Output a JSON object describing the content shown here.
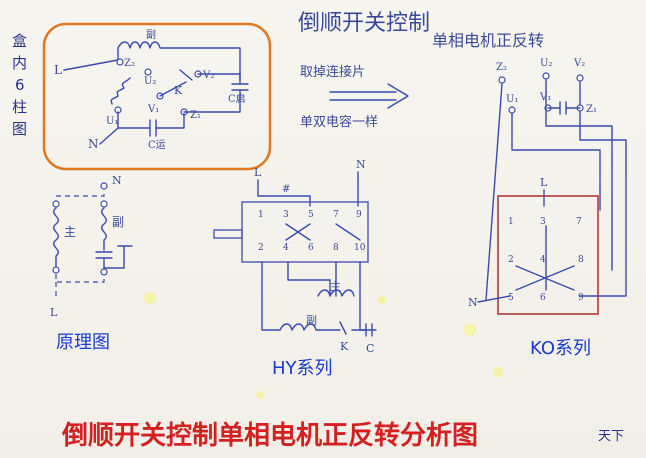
{
  "titles": {
    "main_handwritten": "倒顺开关控制",
    "sub_handwritten": "单相电机正反转",
    "bottom_banner": "倒顺开关控制单相电机正反转分析图",
    "watermark": "天下"
  },
  "side_label": {
    "line1": "盒",
    "line2": "内",
    "line3": "6",
    "line4": "柱",
    "line5": "图"
  },
  "top_left_box": {
    "labels": {
      "L": "L",
      "N": "N",
      "Z2": "Z₂",
      "U2": "U₂",
      "U1": "U₁",
      "V1": "V₁",
      "V2": "V₂",
      "K": "K",
      "Z1": "Z₁",
      "fu": "副",
      "C_start": "C启",
      "C_run": "C运"
    }
  },
  "middle_notes": {
    "note1": "取掉连接片",
    "note2": "单双电容一样"
  },
  "principle": {
    "caption": "原理图",
    "labels": {
      "N": "N",
      "L": "L",
      "main": "主",
      "aux": "副"
    }
  },
  "hy": {
    "caption": "HY系列",
    "labels": {
      "L": "L",
      "N": "N",
      "t1": "1",
      "t3": "3",
      "t5": "5",
      "t7": "7",
      "t9": "9",
      "t2": "2",
      "t4": "4",
      "t6": "6",
      "t8": "8",
      "t10": "10",
      "main": "主",
      "aux": "副",
      "K": "K",
      "C": "C"
    }
  },
  "ko": {
    "caption": "KO系列",
    "labels": {
      "Z2": "Z₂",
      "U2": "U₂",
      "V2": "V₂",
      "U1": "U₁",
      "V1": "V₁",
      "Z1": "Z₁",
      "L": "L",
      "N": "N",
      "t1": "1",
      "t3": "3",
      "t7": "7",
      "t2": "2",
      "t4": "4",
      "t8": "8",
      "t5": "5",
      "t6": "6",
      "t9": "9"
    }
  },
  "colors": {
    "ink": "#3a4ab0",
    "highlight_box": "#e07a20",
    "banner": "#d42020",
    "caption": "#1a3ad0"
  }
}
